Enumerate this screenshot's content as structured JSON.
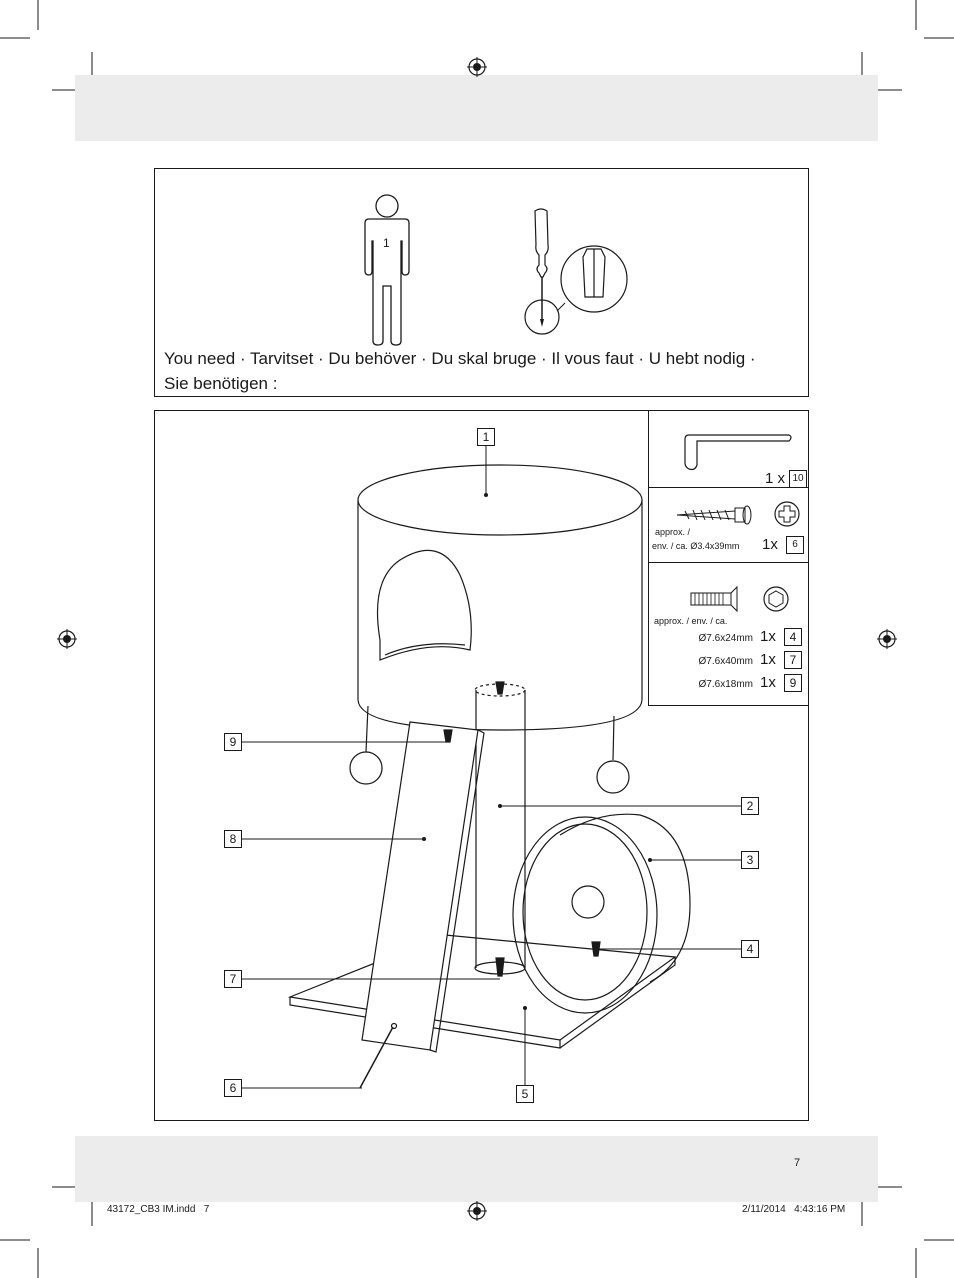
{
  "page": {
    "number": "7",
    "footer_file": "43172_CB3 IM.indd   7",
    "footer_datetime": "2/11/2014   4:43:16 PM"
  },
  "requirements": {
    "persons": "1",
    "text": "You need · Tarvitset · Du behöver · Du skal bruge · Il vous faut · U hebt nodig · Sie benötigen :"
  },
  "parts": {
    "allen_key": {
      "qty": "1 x",
      "id": "10"
    },
    "wood_screw": {
      "approx": "approx. /",
      "size": "env. / ca. Ø3.4x39mm",
      "qty": "1x",
      "id": "6"
    },
    "bolts": {
      "approx": "approx. / env. / ca.",
      "items": [
        {
          "size": "Ø7.6x24mm",
          "qty": "1x",
          "id": "4"
        },
        {
          "size": "Ø7.6x40mm",
          "qty": "1x",
          "id": "7"
        },
        {
          "size": "Ø7.6x18mm",
          "qty": "1x",
          "id": "9"
        }
      ]
    }
  },
  "callouts": [
    "1",
    "2",
    "3",
    "4",
    "5",
    "6",
    "7",
    "8",
    "9"
  ]
}
